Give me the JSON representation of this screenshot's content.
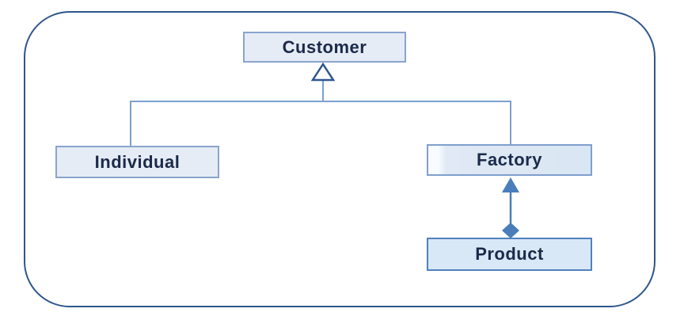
{
  "diagram": {
    "type": "uml-class-diagram",
    "nodes": {
      "customer": {
        "label": "Customer"
      },
      "individual": {
        "label": "Individual"
      },
      "factory": {
        "label": "Factory"
      },
      "product": {
        "label": "Product"
      }
    },
    "relationships": [
      {
        "type": "generalization",
        "from": "Individual",
        "to": "Customer",
        "marker": "hollow-triangle"
      },
      {
        "type": "generalization",
        "from": "Factory",
        "to": "Customer",
        "marker": "hollow-triangle"
      },
      {
        "type": "directed-association",
        "from": "Product",
        "to": "Factory",
        "marker": "solid-arrow-and-diamond"
      }
    ],
    "colors": {
      "outer_border": "#2e568c",
      "node_fill": "#e6ecf5",
      "node_border": "#8aa4cc",
      "product_node_border": "#4f81bd",
      "product_node_fill": "#d9e8f6",
      "tree_connector": "#7da0cf",
      "association_arrow": "#4a7ebb",
      "label_text": "#1b2a4a",
      "background": "#ffffff"
    }
  }
}
